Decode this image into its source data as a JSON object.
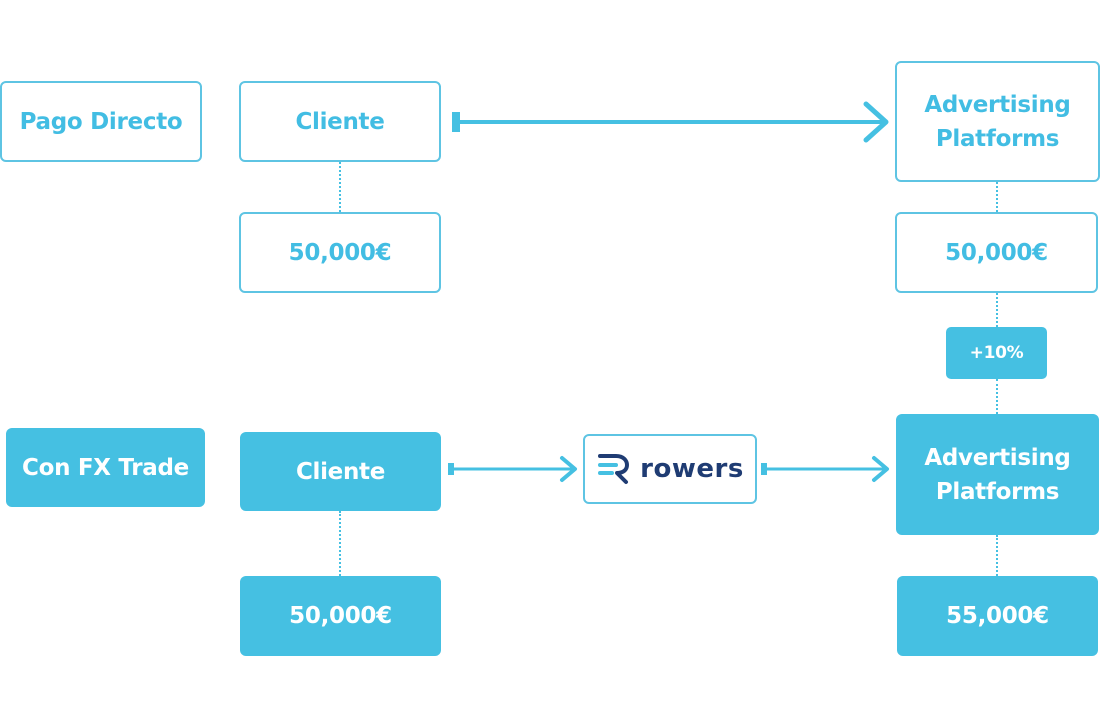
{
  "colors": {
    "accent": "#45c0e2",
    "outline": "#5ec4e3",
    "logo_dark": "#1f3c73",
    "background": "#ffffff"
  },
  "direct": {
    "label": "Pago Directo",
    "client": "Cliente",
    "client_amount": "50,000€",
    "platform_line1": "Advertising",
    "platform_line2": "Platforms",
    "platform_amount": "50,000€"
  },
  "markup": "+10%",
  "fx": {
    "label": "Con FX Trade",
    "client": "Cliente",
    "client_amount": "50,000€",
    "intermediary_logo_text": "rowers",
    "intermediary_logo_icon": "rowers-logo-icon",
    "platform_line1": "Advertising",
    "platform_line2": "Platforms",
    "platform_amount": "55,000€"
  }
}
